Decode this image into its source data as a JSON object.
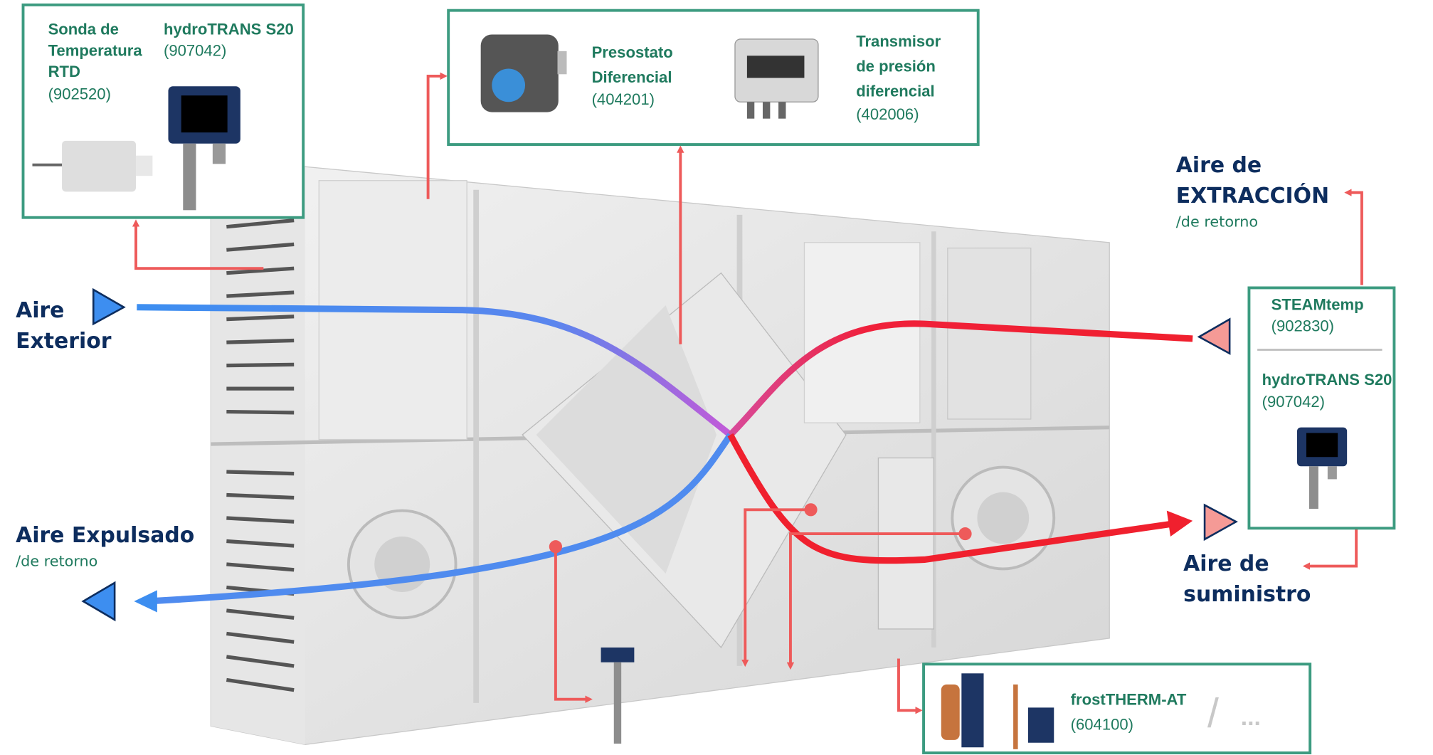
{
  "colors": {
    "box_border": "#3c9b80",
    "product_text": "#1f7a5e",
    "air_label": "#0d2d5e",
    "connector": "#ee5a5a",
    "cold_flow": "#3d8ef0",
    "warm_flow": "#f0202e"
  },
  "box_outdoor": {
    "items": [
      {
        "name_lines": [
          "Sonda de",
          "Temperatura",
          "RTD"
        ],
        "code": "(902520)"
      },
      {
        "name_lines": [
          "hydroTRANS S20"
        ],
        "code": "(907042)"
      }
    ]
  },
  "box_pressure": {
    "items": [
      {
        "name_lines": [
          "Presostato",
          "Diferencial"
        ],
        "code": "(404201)"
      },
      {
        "name_lines": [
          "Transmisor",
          "de presión",
          "diferencial"
        ],
        "code": "(402006)"
      }
    ]
  },
  "box_extract": {
    "items": [
      {
        "name_lines": [
          "STEAMtemp"
        ],
        "code": "(902830)"
      },
      {
        "name_lines": [
          "hydroTRANS S20"
        ],
        "code": "(907042)"
      }
    ]
  },
  "box_frost": {
    "items": [
      {
        "name_lines": [
          "frostTHERM-AT"
        ],
        "code": "(604100)"
      }
    ],
    "more": "/",
    "ellipsis": "..."
  },
  "air_labels": {
    "exterior": [
      "Aire",
      "Exterior"
    ],
    "expulsado": {
      "title": "Aire Expulsado",
      "sub": "/de retorno"
    },
    "extraccion": {
      "title": [
        "Aire de",
        "EXTRACCIÓN"
      ],
      "sub": "/de retorno"
    },
    "suministro": [
      "Aire de",
      "suministro"
    ]
  }
}
